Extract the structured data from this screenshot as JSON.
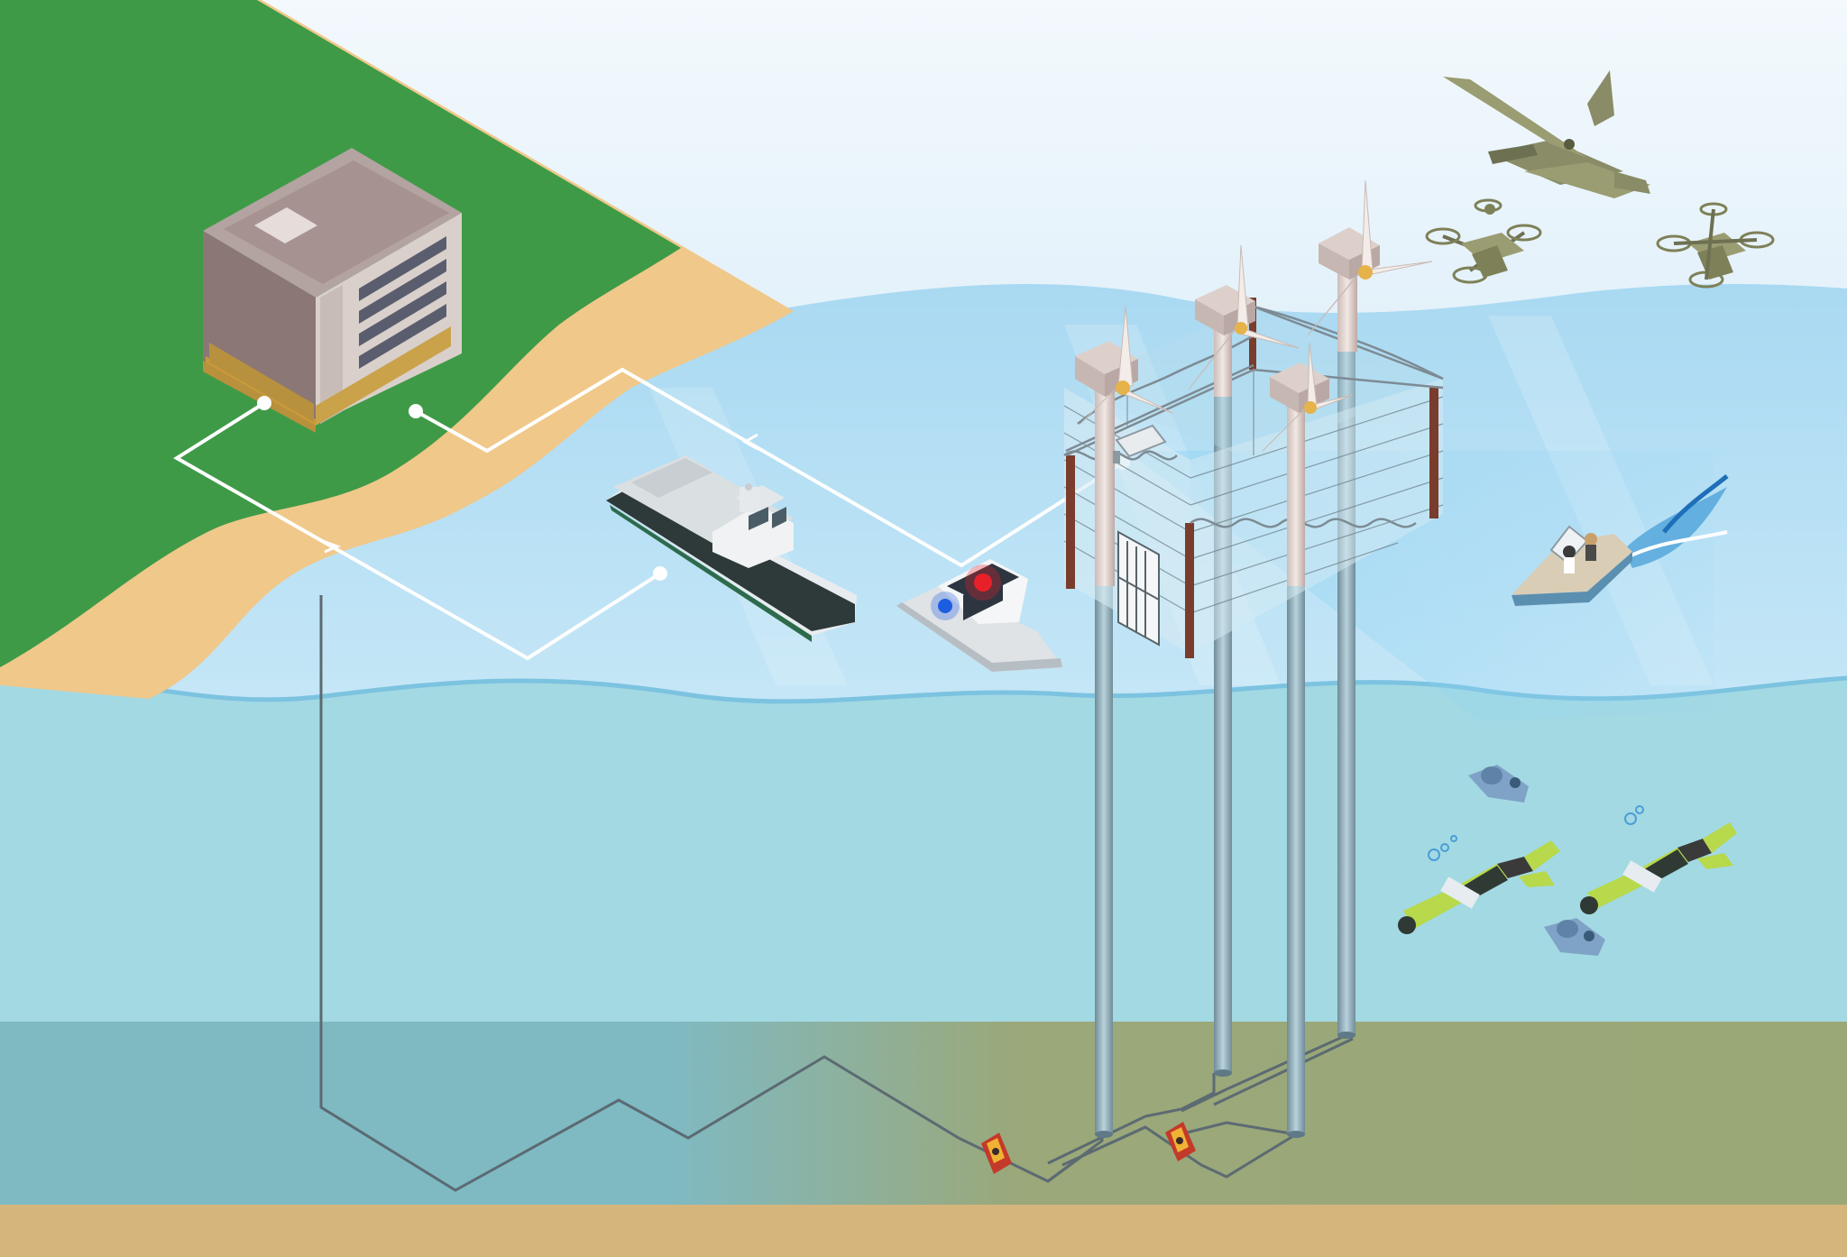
{
  "scene": {
    "elements": [
      {
        "id": "shore-building",
        "icon": "office-building-icon"
      },
      {
        "id": "patrol-vessel",
        "icon": "ship-icon"
      },
      {
        "id": "police-boat",
        "icon": "police-boat-icon"
      },
      {
        "id": "speedboat",
        "icon": "speedboat-icon"
      },
      {
        "id": "surveillance-aircraft",
        "icon": "airplane-icon"
      },
      {
        "id": "drone-1",
        "icon": "quadcopter-icon"
      },
      {
        "id": "drone-2",
        "icon": "quadcopter-icon"
      },
      {
        "id": "wind-turbines",
        "icon": "wind-turbine-icon",
        "count": 4
      },
      {
        "id": "fenced-enclosure",
        "icon": "razor-wire-fence-icon"
      },
      {
        "id": "surveillance-camera",
        "icon": "cctv-camera-icon"
      },
      {
        "id": "divers",
        "icon": "scuba-diver-icon",
        "count": 2
      },
      {
        "id": "underwater-drones",
        "icon": "underwater-drone-icon",
        "count": 2
      },
      {
        "id": "seabed-sensors",
        "icon": "sensor-node-icon",
        "count": 2
      }
    ],
    "colors": {
      "sky": "#eaf4fb",
      "sea_surface": "#bfe3f6",
      "sea_mid": "#a3d9e3",
      "seabed_left": "#7fbcc3",
      "seabed_right": "#9aa878",
      "sand": "#d4b47e",
      "land": "#3f9a47",
      "beach": "#f0c88a",
      "cable": "#5c6a72",
      "network_link": "#ffffff",
      "siren_red": "#e8202a",
      "siren_blue": "#1d5de0"
    }
  }
}
